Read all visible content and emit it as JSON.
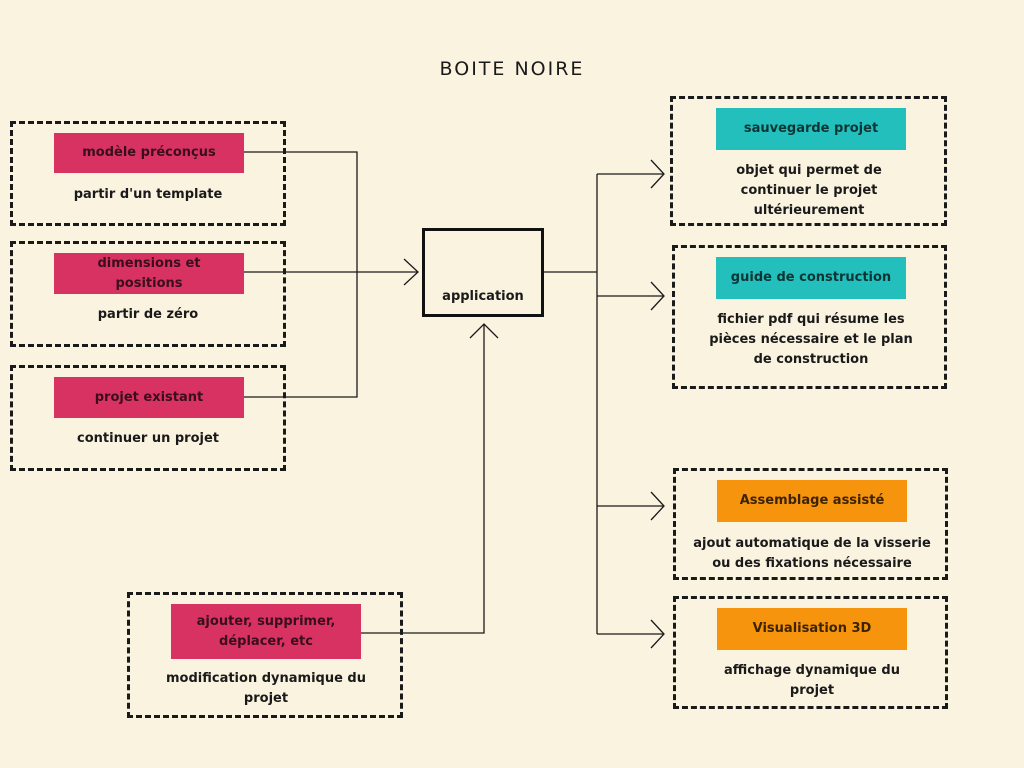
{
  "title": "BOITE NOIRE",
  "center": {
    "label": "application"
  },
  "inputs": [
    {
      "label": "modèle préconçus",
      "description": "partir d'un template"
    },
    {
      "label": "dimensions et positions",
      "description": "partir de zéro"
    },
    {
      "label": "projet existant",
      "description": "continuer un projet"
    }
  ],
  "modifier": {
    "label": "ajouter, supprimer, déplacer, etc",
    "description": "modification dynamique du projet"
  },
  "outputs": [
    {
      "label": "sauvegarde projet",
      "description": "objet qui permet de continuer le projet ultérieurement"
    },
    {
      "label": "guide de construction",
      "description": "fichier pdf qui résume les pièces nécessaire et le plan de construction"
    },
    {
      "label": "Assemblage assisté",
      "description": "ajout automatique de la visserie ou des fixations nécessaire"
    },
    {
      "label": "Visualisation 3D",
      "description": "affichage dynamique du projet"
    }
  ],
  "colors": {
    "input_tag": "#d83262",
    "save_tag": "#22bfbd",
    "assist_tag": "#f7940d",
    "background": "#faf3e0"
  }
}
